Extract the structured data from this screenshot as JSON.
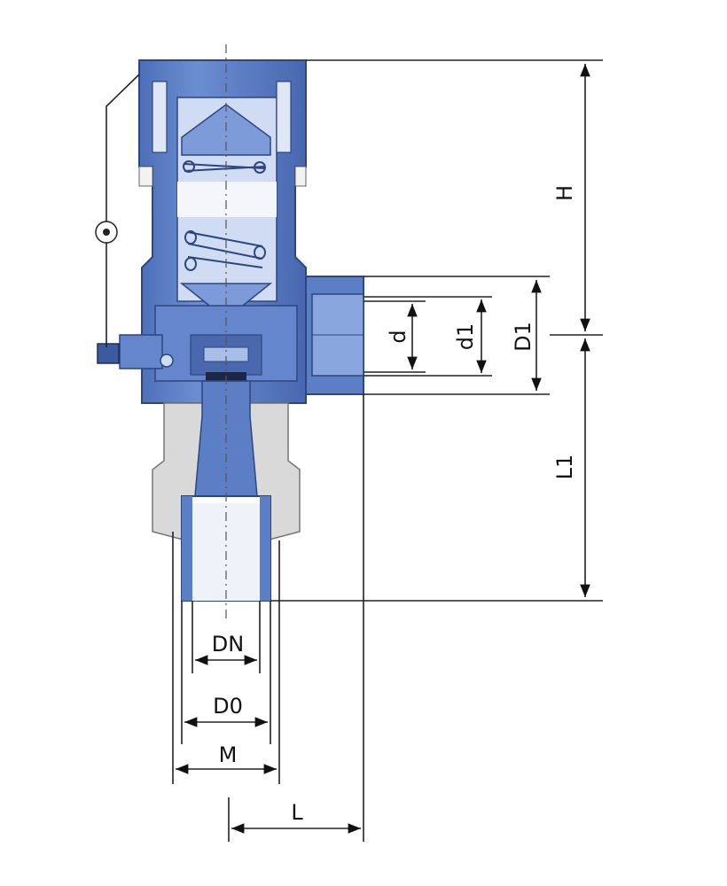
{
  "dimensions": {
    "height": "H",
    "length_L1": "L1",
    "outlet_bore": "d",
    "outlet_d1": "d1",
    "outlet_D1": "D1",
    "nominal_diameter": "DN",
    "outer_diameter": "D0",
    "thread": "M",
    "length_L": "L"
  },
  "colors": {
    "body": "#5b7ec4",
    "body_dark": "#3c5aa0",
    "body_light": "#a9bfe8",
    "nut": "#d9d9d9",
    "line": "#222222"
  }
}
